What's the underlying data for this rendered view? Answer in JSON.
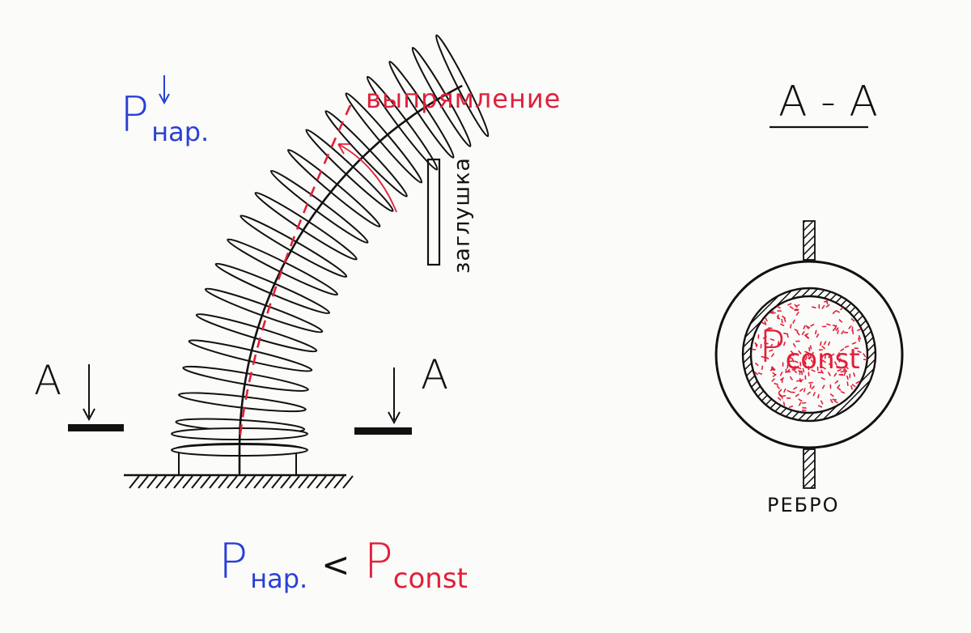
{
  "colors": {
    "ink": "#111111",
    "blue": "#2a3fd6",
    "red": "#e0203a"
  },
  "labels": {
    "p_outer": {
      "main": "P",
      "sub": "нар."
    },
    "straightening": "выпрямление",
    "plug": "заглушка",
    "section_title": "A - A",
    "section_left": "A",
    "section_right": "A",
    "p_const": {
      "main": "P",
      "sub": "const"
    },
    "rib": "РЕБРО",
    "inequality": {
      "left_main": "P",
      "left_sub": "нар.",
      "sign": "<",
      "right_main": "P",
      "right_sub": "const"
    }
  }
}
